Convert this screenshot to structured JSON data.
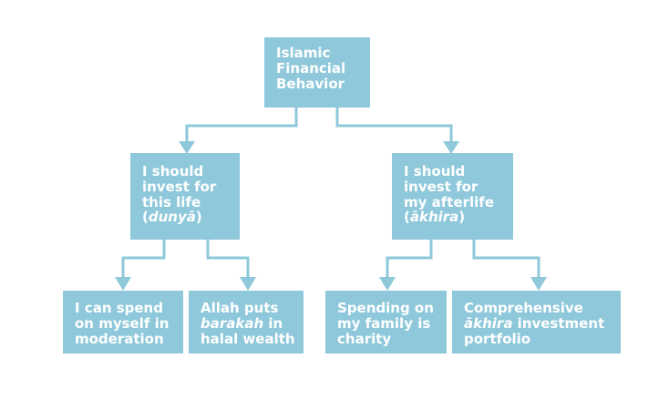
{
  "diagram": {
    "colors": {
      "box": "#8ec8da",
      "text": "#ffffff",
      "connector": "#8ec8da"
    },
    "root": {
      "line1": "Islamic",
      "line2": "Financial",
      "line3": "Behavior"
    },
    "left": {
      "line1": "I should",
      "line2": "invest for",
      "line3": "this life",
      "line4_open": "(",
      "line4_em": "dunyā",
      "line4_close": ")"
    },
    "right": {
      "line1": "I should",
      "line2": "invest for",
      "line3": "my afterlife",
      "line4_open": "(",
      "line4_em": "ākhira",
      "line4_close": ")"
    },
    "leaves": [
      {
        "line1": "I can spend",
        "line2": "on myself in",
        "line3": "moderation"
      },
      {
        "line1": "Allah puts",
        "line2_em": "barakah",
        "line2_rest": " in",
        "line3": "halal wealth"
      },
      {
        "line1": "Spending on",
        "line2": "my family is",
        "line3": "charity"
      },
      {
        "line1": "Comprehensive",
        "line2_em": "ākhira",
        "line2_rest": " investment",
        "line3": "portfolio"
      }
    ]
  }
}
